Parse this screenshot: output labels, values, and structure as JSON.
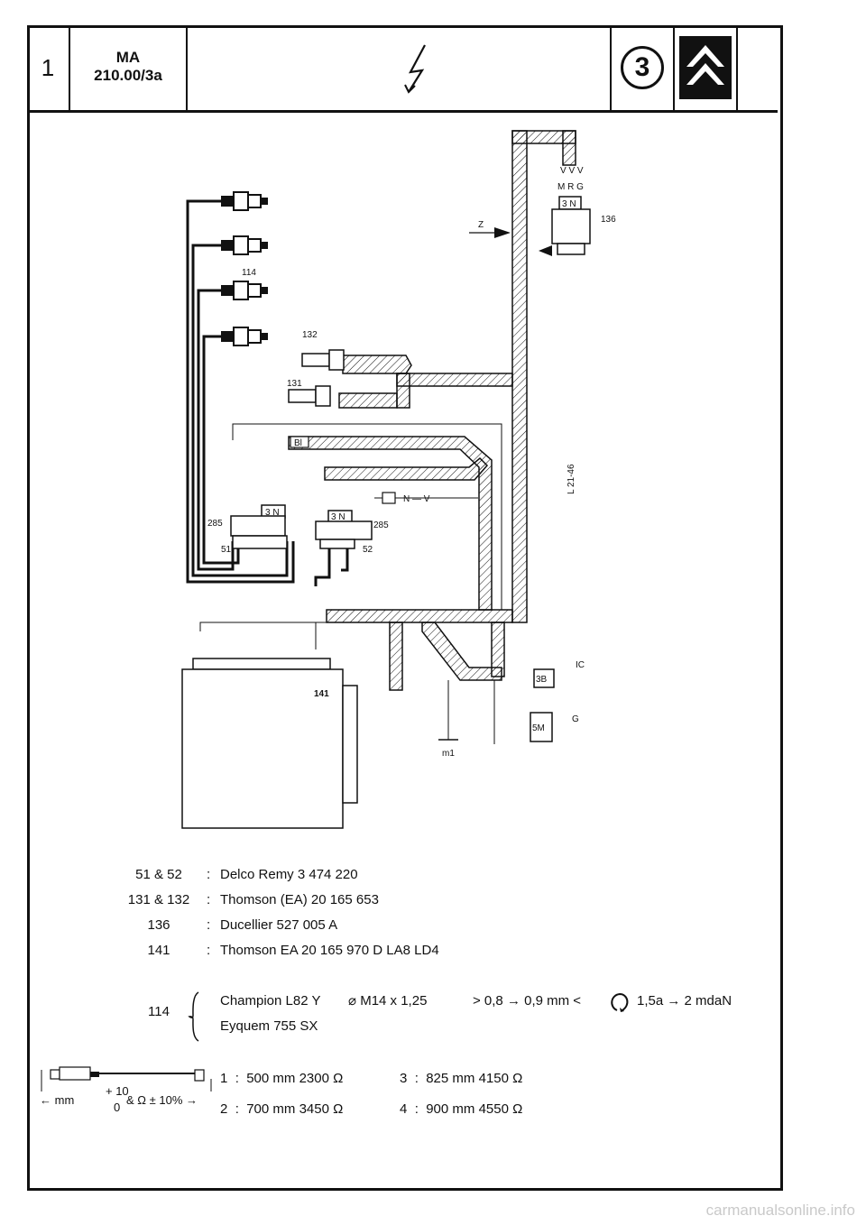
{
  "header": {
    "page_number": "1",
    "code_line1": "MA",
    "code_line2": "210.00/3a",
    "section_number": "3",
    "brand_icon": "citroen-chevrons-icon",
    "symbol_icon": "lightning-bolt-icon"
  },
  "diagram": {
    "labels": {
      "c114": "114",
      "c132": "132",
      "c131": "131",
      "c136": "136",
      "c141": "141",
      "c285a": "285",
      "c285b": "285",
      "c51": "51",
      "c52": "52",
      "z": "Z",
      "ic": "IC",
      "g": "G",
      "m1": "m1",
      "ref": "L 21-46",
      "bl": "Bl",
      "n3a": "3 N",
      "n3b": "3 N",
      "n3c": "3 N",
      "b3": "3B",
      "m5": "5M",
      "mrg": "M  R  G",
      "vvv": "V V V",
      "nv": "N — V"
    }
  },
  "legend": {
    "rows": [
      {
        "key": "51 & 52",
        "value": "Delco Remy 3 474 220"
      },
      {
        "key": "131 & 132",
        "value": "Thomson (EA) 20 165 653"
      },
      {
        "key": "136",
        "value": "Ducellier 527 005 A"
      },
      {
        "key": "141",
        "value": "Thomson EA 20 165 970 D LA8 LD4"
      }
    ],
    "colon": ":",
    "plug": {
      "key": "114",
      "line1": "Champion L82 Y",
      "line2": "Eyquem 755 SX",
      "thread": "⌀ M14 x 1,25",
      "gap": "> 0,8 → 0,9 mm <",
      "torque": "1,5a → 2 mdaN"
    },
    "lead": {
      "tol_unit": "mm",
      "tol_plus": "+ 10",
      "tol_zero": "0",
      "tol_pct": "& Ω ± 10%",
      "rows": [
        {
          "n": "1",
          "length": "500 mm",
          "ohm": "2300 Ω"
        },
        {
          "n": "2",
          "length": "700 mm",
          "ohm": "3450 Ω"
        },
        {
          "n": "3",
          "length": "825 mm",
          "ohm": "4150 Ω"
        },
        {
          "n": "4",
          "length": "900 mm",
          "ohm": "4550 Ω"
        }
      ]
    }
  },
  "watermark": "carmanualsonline.info"
}
